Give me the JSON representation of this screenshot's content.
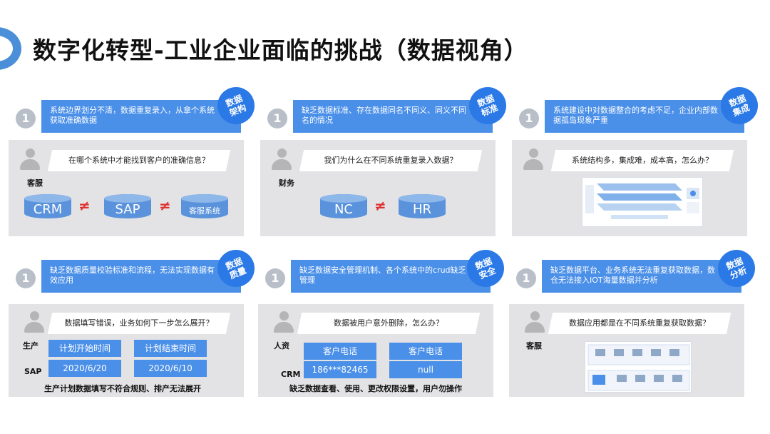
{
  "title": "数字化转型-工业企业面临的挑战（数据视角）",
  "cards": [
    {
      "num": "1",
      "banner": "系统边界划分不清，数据重复录入，从拿个系统获取准确数据",
      "tag": "数据\n架构",
      "question": "在哪个系统中才能找到客户的准确信息？",
      "role": "客服",
      "dbs": [
        "CRM",
        "SAP",
        "客服系统"
      ],
      "neq": "≠"
    },
    {
      "num": "1",
      "banner": "缺乏数据标准、存在数据同名不同义、同义不同名的情况",
      "tag": "数据\n标准",
      "question": "我们为什么在不同系统重复录入数据？",
      "role": "财务",
      "dbs": [
        "NC",
        "HR"
      ],
      "neq": "≠"
    },
    {
      "num": "1",
      "banner": "系统建设中对数据整合的考虑不足，企业内部数据孤岛现象严重",
      "tag": "数据\n集成",
      "question": "系统结构多，集成难，成本高，怎么办？"
    },
    {
      "num": "1",
      "banner": "缺乏数据质量校验标准和流程，无法实现数据有效应用",
      "tag": "数据\n质量",
      "question": "数据填写错误，业务如何下一步怎么展开？",
      "role": "生产",
      "system": "SAP",
      "headers": [
        "计划开始时间",
        "计划结束时间"
      ],
      "values": [
        "2020/6/20",
        "2020/6/10"
      ],
      "caption": "生产计划数据填写不符合规则、排产无法展开"
    },
    {
      "num": "1",
      "banner": "缺乏数据安全管理机制、各个系统中的crud缺乏管理",
      "tag": "数据\n安全",
      "question": "数据被用户意外删除，怎么办？",
      "role": "人资",
      "system": "CRM",
      "headers": [
        "客户电话",
        "客户电话"
      ],
      "values": [
        "186***82465",
        "null"
      ],
      "caption": "缺乏数据查看、使用、更改权限设置，用户勿操作"
    },
    {
      "num": "1",
      "banner": "缺乏数据平台、业务系统无法重复获取数据，数仓无法接入IOT海量数据并分析",
      "tag": "数据\n分析",
      "question": "数据应用都是在不同系统重复获取数据？",
      "role": "客服"
    }
  ]
}
